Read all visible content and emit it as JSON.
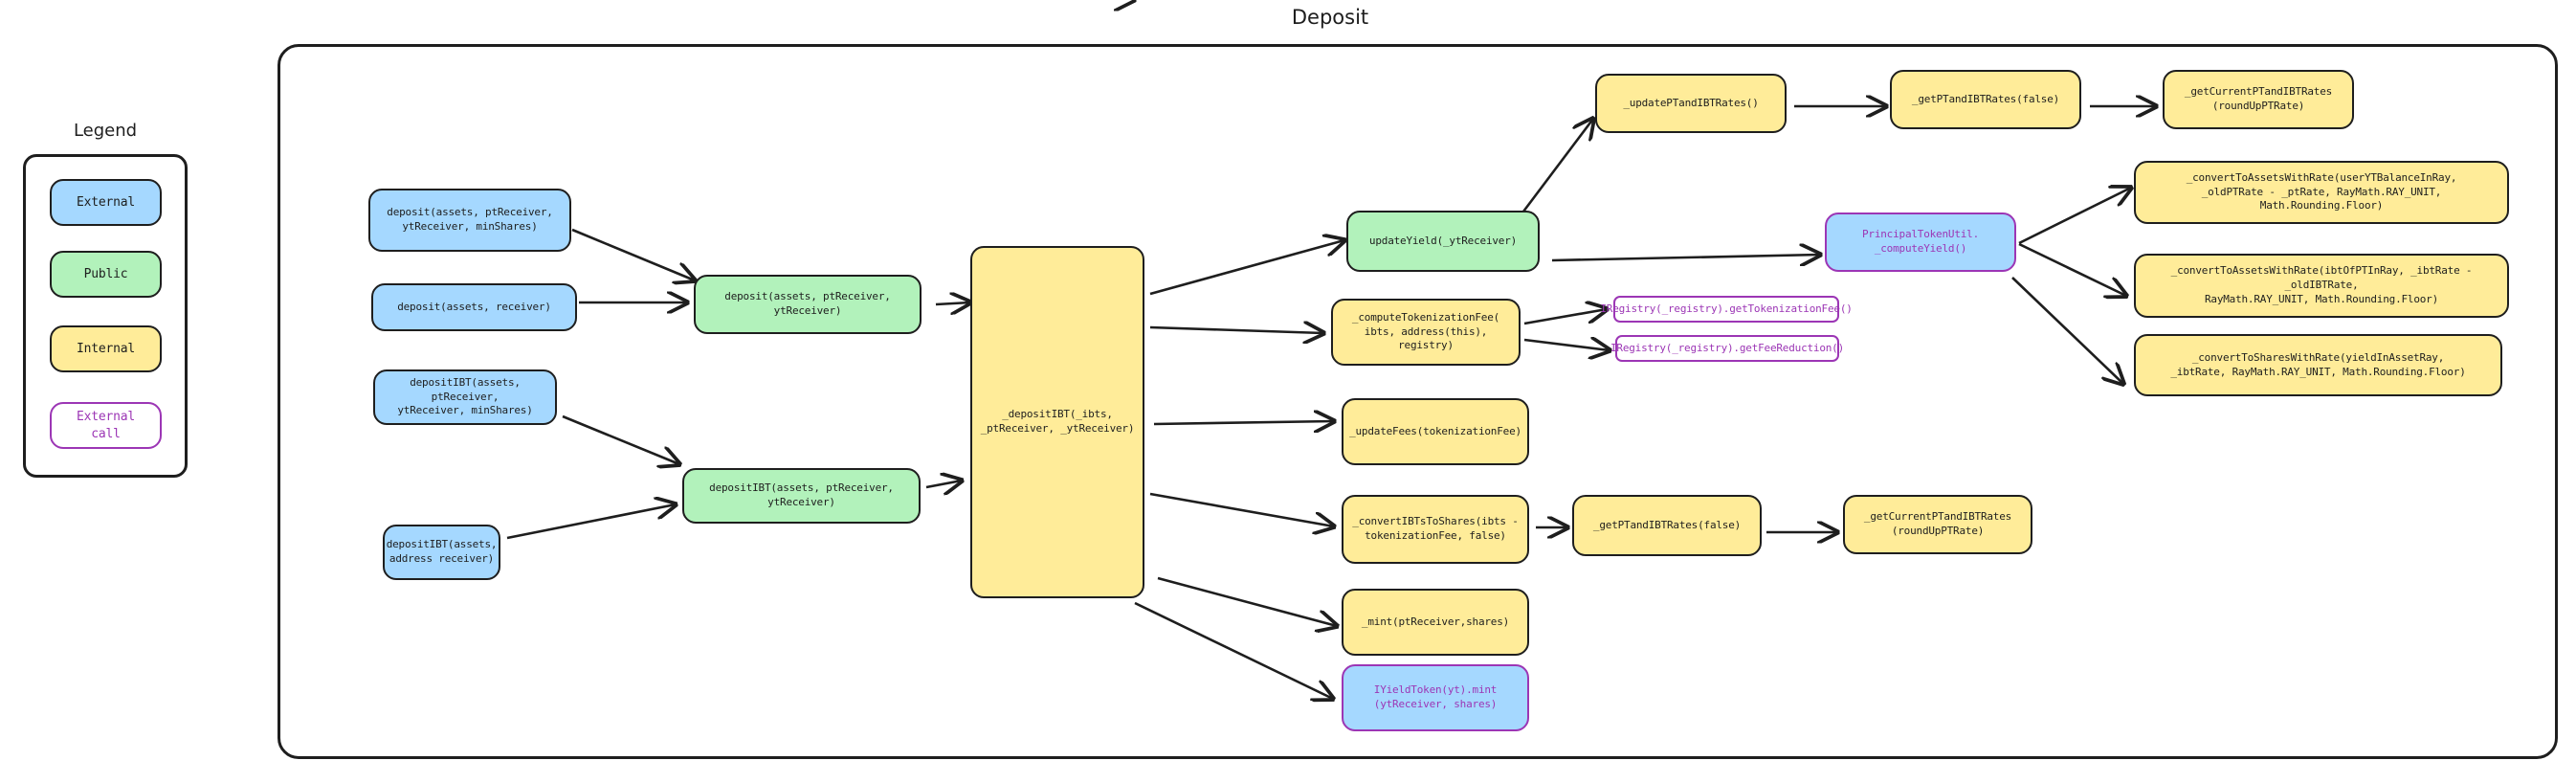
{
  "diagram": {
    "title": "Deposit"
  },
  "legend": {
    "title": "Legend",
    "items": [
      {
        "label": "External",
        "kind": "external"
      },
      {
        "label": "Public",
        "kind": "public"
      },
      {
        "label": "Internal",
        "kind": "internal"
      },
      {
        "label": "External call",
        "kind": "external-call"
      }
    ]
  },
  "nodes": {
    "deposit_min": "deposit(assets, ptReceiver,\nytReceiver, minShares)",
    "deposit_recv": "deposit(assets, receiver)",
    "depositibt_min": "depositIBT(assets, ptReceiver,\nytReceiver, minShares)",
    "depositibt_addr": "depositIBT(assets,\naddress receiver)",
    "deposit_pub": "deposit(assets, ptReceiver, ytReceiver)",
    "depositibt_pub": "depositIBT(assets, ptReceiver, ytReceiver)",
    "deposit_internal": "_depositIBT(_ibts,\n_ptReceiver, _ytReceiver)",
    "update_yield": "updateYield(_ytReceiver)",
    "update_rates": "_updatePTandIBTRates()",
    "get_rates_1": "_getPTandIBTRates(false)",
    "get_current_1": "_getCurrentPTandIBTRates\n(roundUpPTRate)",
    "compute_yield": "PrincipalTokenUtil.\n_computeYield()",
    "convert_1": "_convertToAssetsWithRate(userYTBalanceInRay,\n_oldPTRate - _ptRate, RayMath.RAY_UNIT, Math.Rounding.Floor)",
    "convert_2": "_convertToAssetsWithRate(ibtOfPTInRay, _ibtRate - _oldIBTRate,\nRayMath.RAY_UNIT, Math.Rounding.Floor)",
    "convert_3": "_convertToSharesWithRate(yieldInAssetRay,\n_ibtRate, RayMath.RAY_UNIT, Math.Rounding.Floor)",
    "compute_fee": "_computeTokenizationFee(\nibts, address(this), registry)",
    "registry_fee": "IRegistry(_registry).getTokenizationFee()",
    "registry_reduction": "IRegistry(_registry).getFeeReduction()",
    "update_fees": "_updateFees(tokenizationFee)",
    "convert_ibts": "_convertIBTsToShares(ibts -\ntokenizationFee, false)",
    "get_rates_2": "_getPTandIBTRates(false)",
    "get_current_2": "_getCurrentPTandIBTRates\n(roundUpPTRate)",
    "mint": "_mint(ptReceiver,shares)",
    "yt_mint": "IYieldToken(yt).mint\n(ytReceiver, shares)"
  },
  "colors": {
    "external": "#a5d8ff",
    "public": "#b2f2bb",
    "internal": "#ffec99",
    "external_call_border": "#9c36b5",
    "stroke": "#1e1e1e"
  }
}
